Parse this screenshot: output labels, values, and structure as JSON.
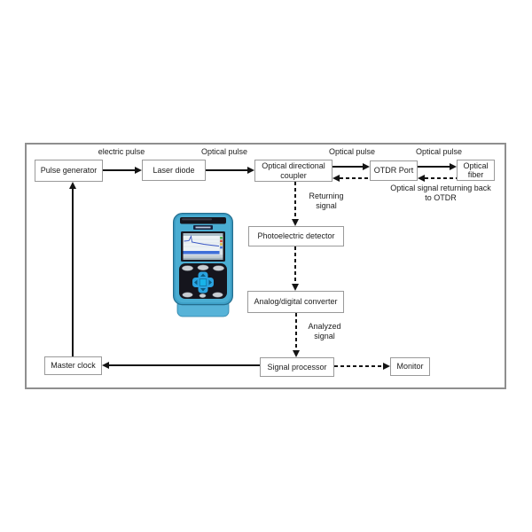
{
  "nodes": {
    "pulse_generator": "Pulse generator",
    "laser_diode": "Laser diode",
    "optical_directional_coupler": "Optical directional coupler",
    "otdr_port": "OTDR Port",
    "optical_fiber": "Optical fiber",
    "photoelectric_detector": "Photoelectric detector",
    "analog_digital_converter": "Analog/digital converter",
    "signal_processor": "Signal processor",
    "monitor": "Monitor",
    "master_clock": "Master clock"
  },
  "labels": {
    "electric_pulse": "electric pulse",
    "optical_pulse_laser": "Optical pulse",
    "optical_pulse_coupler": "Optical pulse",
    "optical_pulse_fiber": "Optical pulse",
    "returning_signal": "Returning signal",
    "optical_signal_returning": "Optical signal returning back to OTDR",
    "analyzed_signal": "Analyzed signal"
  },
  "edges": [
    {
      "from": "pulse_generator",
      "to": "laser_diode",
      "style": "solid",
      "label": "electric pulse"
    },
    {
      "from": "laser_diode",
      "to": "optical_directional_coupler",
      "style": "solid",
      "label": "Optical pulse"
    },
    {
      "from": "optical_directional_coupler",
      "to": "otdr_port",
      "style": "solid",
      "label": "Optical pulse"
    },
    {
      "from": "otdr_port",
      "to": "optical_directional_coupler",
      "style": "dashed",
      "label": ""
    },
    {
      "from": "otdr_port",
      "to": "optical_fiber",
      "style": "solid",
      "label": "Optical pulse"
    },
    {
      "from": "optical_fiber",
      "to": "otdr_port",
      "style": "dashed",
      "label": "Optical signal returning back to OTDR"
    },
    {
      "from": "optical_directional_coupler",
      "to": "photoelectric_detector",
      "style": "dashed",
      "label": "Returning signal"
    },
    {
      "from": "photoelectric_detector",
      "to": "analog_digital_converter",
      "style": "dashed",
      "label": ""
    },
    {
      "from": "analog_digital_converter",
      "to": "signal_processor",
      "style": "dashed",
      "label": "Analyzed signal"
    },
    {
      "from": "signal_processor",
      "to": "master_clock",
      "style": "solid",
      "label": ""
    },
    {
      "from": "master_clock",
      "to": "pulse_generator",
      "style": "solid",
      "label": ""
    },
    {
      "from": "signal_processor",
      "to": "monitor",
      "style": "dashed",
      "label": ""
    }
  ],
  "device": {
    "kind": "handheld-otdr-tester-photo",
    "colors": {
      "body": "#4aadd2",
      "body_edge": "#236d8e",
      "panel_dark": "#15151d",
      "dpad_blue": "#2aa3e0",
      "base": "#57b3d8",
      "screen_bg": "#edf2f5",
      "trace_blue": "#3a57c4",
      "highlight_row": "#3f6fd8"
    }
  },
  "style": {
    "line_color": "#141414",
    "box_border_color": "#9a9a9a",
    "frame_border_color": "#8f8f8f",
    "text_color": "#1c1c1c",
    "background": "#ffffff"
  }
}
